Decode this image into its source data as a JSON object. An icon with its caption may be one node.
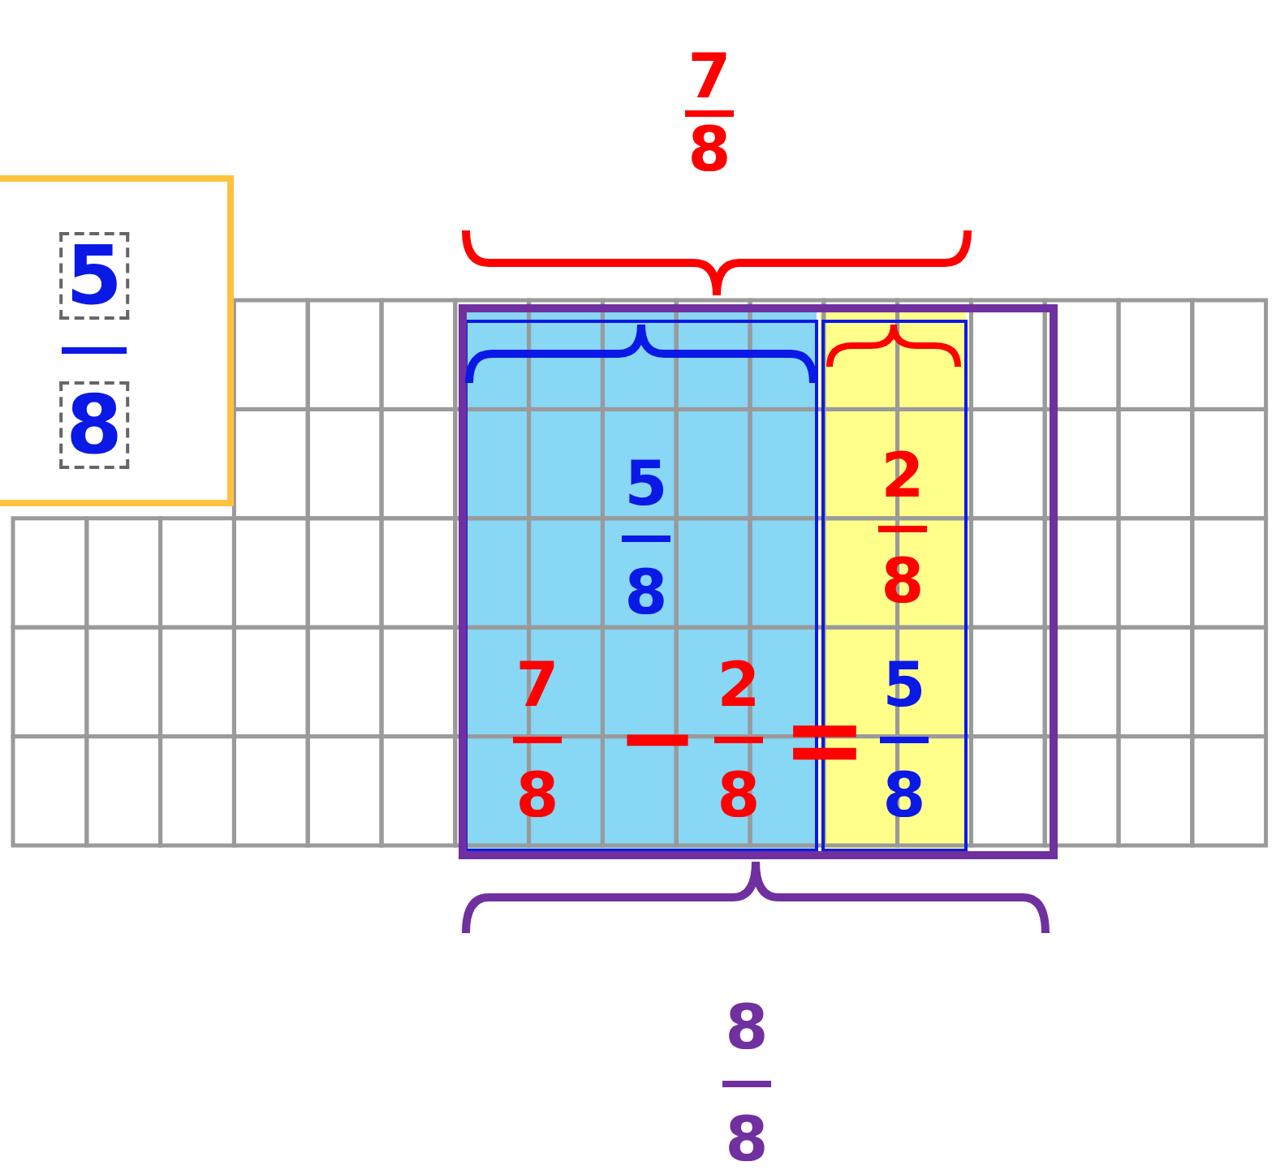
{
  "diagram": {
    "labels": [
      "7",
      "8",
      "5",
      "8",
      "5",
      "8",
      "2",
      "8",
      "7",
      "8",
      "−",
      "2",
      "8",
      "=",
      "5",
      "8",
      "8",
      "8"
    ]
  }
}
